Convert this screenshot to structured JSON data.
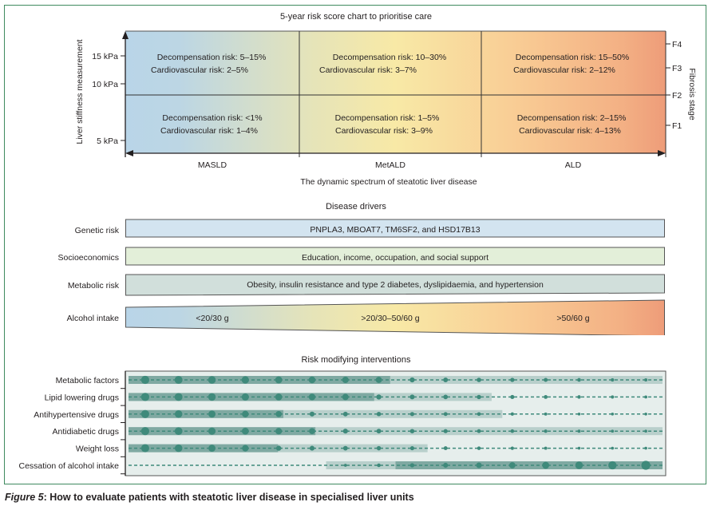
{
  "risk_chart": {
    "title": "5-year risk score chart to prioritise care",
    "y_axis_label": "Liver stiffness measurement",
    "y_ticks": [
      "15 kPa",
      "10 kPa",
      "5 kPa"
    ],
    "right_axis_label": "Fibrosis stage",
    "right_ticks": [
      "F4",
      "F3",
      "F2",
      "F1"
    ],
    "x_axis_label": "The dynamic spectrum of steatotic liver disease",
    "columns": [
      "MASLD",
      "MetALD",
      "ALD"
    ],
    "cells": {
      "top": [
        {
          "decomp": "Decompensation risk: 5–15%",
          "cardio": "Cardiovascular risk: 2–5%"
        },
        {
          "decomp": "Decompensation risk: 10–30%",
          "cardio": "Cardiovascular risk: 3–7%"
        },
        {
          "decomp": "Decompensation risk: 15–50%",
          "cardio": "Cardiovascular risk: 2–12%"
        }
      ],
      "bottom": [
        {
          "decomp": "Decompensation risk: <1%",
          "cardio": "Cardiovascular risk: 1–4%"
        },
        {
          "decomp": "Decompensation risk: 1–5%",
          "cardio": "Cardiovascular risk: 3–9%"
        },
        {
          "decomp": "Decompensation risk: 2–15%",
          "cardio": "Cardiovascular risk: 4–13%"
        }
      ]
    },
    "gradient_colors": [
      "#b9d5e8",
      "#f8e9a6",
      "#f9c893",
      "#ef9c7a"
    ]
  },
  "drivers": {
    "title": "Disease drivers",
    "rows": [
      {
        "label": "Genetic risk",
        "text": "PNPLA3, MBOAT7, TM6SF2, and HSD17B13",
        "color": "#d3e4f0"
      },
      {
        "label": "Socioeconomics",
        "text": "Education, income, occupation, and social support",
        "color": "#e3efd9"
      },
      {
        "label": "Metabolic risk",
        "text": "Obesity, insulin resistance and type 2 diabetes, dyslipidaemia, and hypertension",
        "color": "#d1dfdb"
      },
      {
        "label": "Alcohol intake",
        "segments": [
          "<20/30 g",
          ">20/30–50/60 g",
          ">50/60 g"
        ]
      }
    ]
  },
  "interventions": {
    "title": "Risk modifying interventions",
    "rows": [
      {
        "label": "Metabolic factors",
        "effect_start": 0.0,
        "effect_end": 1.0,
        "strong_end": 0.49,
        "trend": "decreasing"
      },
      {
        "label": "Lipid lowering drugs",
        "effect_start": 0.0,
        "effect_end": 0.68,
        "strong_end": 0.46,
        "trend": "decreasing"
      },
      {
        "label": "Antihypertensive drugs",
        "effect_start": 0.0,
        "effect_end": 0.7,
        "strong_end": 0.29,
        "trend": "decreasing"
      },
      {
        "label": "Antidiabetic drugs",
        "effect_start": 0.0,
        "effect_end": 1.0,
        "strong_end": 0.35,
        "trend": "decreasing"
      },
      {
        "label": "Weight loss",
        "effect_start": 0.0,
        "effect_end": 0.56,
        "strong_end": 0.28,
        "trend": "decreasing"
      },
      {
        "label": "Cessation of alcohol intake",
        "effect_start": 0.37,
        "effect_end": 1.0,
        "strong_start": 0.5,
        "trend": "increasing"
      }
    ],
    "colors": {
      "panel": "#e6eeec",
      "band_strong": "#7fa9a2",
      "band_light": "#b8cfcb",
      "dot": "#3f8a7b",
      "dash": "#3f8a7b"
    }
  },
  "caption": {
    "prefix": "Figure 5",
    "text": ": How to evaluate patients with steatotic liver disease in specialised liver units"
  }
}
